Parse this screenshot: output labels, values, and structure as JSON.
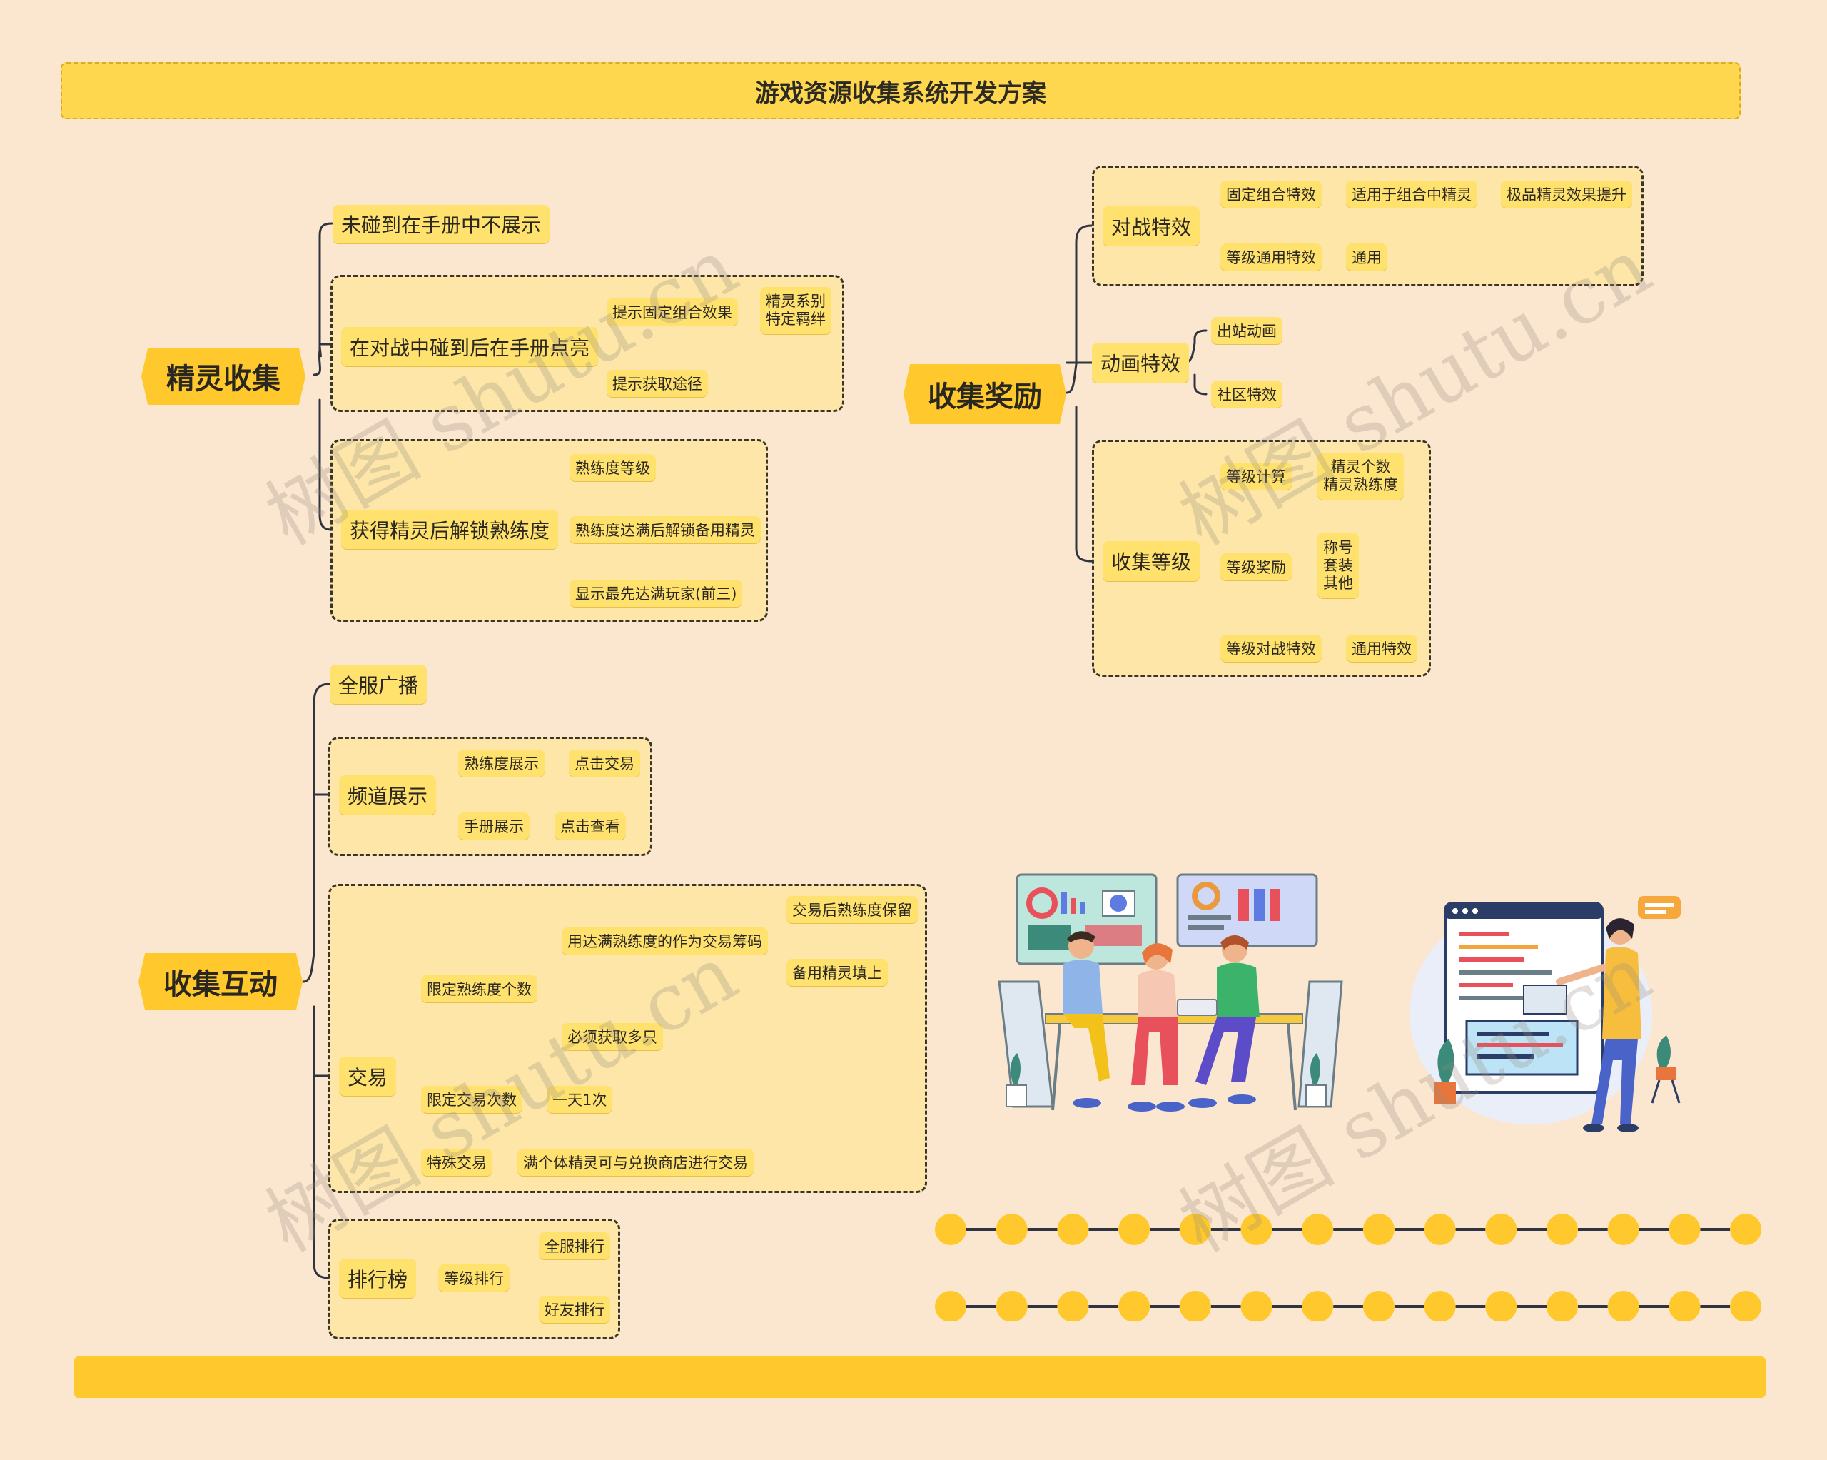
{
  "title": "游戏资源收集系统开发方案",
  "watermark": "树图 shutu.cn",
  "branches": {
    "spirit_collect": {
      "label": "精灵收集",
      "not_met": "未碰到在手册中不展示",
      "battle_meet": "在对战中碰到后在手册点亮",
      "hint_combo": "提示固定组合效果",
      "series_bond_1": "精灵系别",
      "series_bond_2": "特定羁绊",
      "hint_source": "提示获取途径",
      "unlock_prof": "获得精灵后解锁熟练度",
      "prof_level": "熟练度等级",
      "prof_full_unlock": "熟练度达满后解锁备用精灵",
      "top_three": "显示最先达满玩家(前三)"
    },
    "collect_reward": {
      "label": "收集奖励",
      "battle_effect": "对战特效",
      "fixed_combo_effect": "固定组合特效",
      "applies_to_combo": "适用于组合中精灵",
      "rare_effect_boost": "极品精灵效果提升",
      "level_common_effect": "等级通用特效",
      "common": "通用",
      "animation_effect": "动画特效",
      "entrance_anim": "出站动画",
      "community_effect": "社区特效",
      "collect_level": "收集等级",
      "level_calc": "等级计算",
      "spirit_count": "精灵个数",
      "spirit_prof": "精灵熟练度",
      "level_reward": "等级奖励",
      "reward_title": "称号",
      "reward_suit": "套装",
      "reward_other": "其他",
      "level_battle_effect": "等级对战特效",
      "common_effect": "通用特效"
    },
    "collect_interact": {
      "label": "收集互动",
      "broadcast": "全服广播",
      "channel_show": "频道展示",
      "prof_show": "熟练度展示",
      "click_trade": "点击交易",
      "handbook_show": "手册展示",
      "click_view": "点击查看",
      "trade": "交易",
      "limit_prof_count": "限定熟练度个数",
      "use_full_prof": "用达满熟练度的作为交易筹码",
      "keep_prof_after": "交易后熟练度保留",
      "fill_backup": "备用精灵填上",
      "how_many": "必须获取多只",
      "limit_trade_times": "限定交易次数",
      "once_a_day": "一天1次",
      "special_trade": "特殊交易",
      "full_spirit_exchange": "满个体精灵可与兑换商店进行交易",
      "ranking": "排行榜",
      "level_rank": "等级排行",
      "server_rank": "全服排行",
      "friend_rank": "好友排行"
    }
  },
  "colors": {
    "background": "#fbe7cf",
    "title_bar": "#ffd74e",
    "node": "#ffe16e",
    "root": "#ffc92d",
    "group_fill": "#fde6a7",
    "line": "#3a352c",
    "dot": "#ffc92d"
  }
}
